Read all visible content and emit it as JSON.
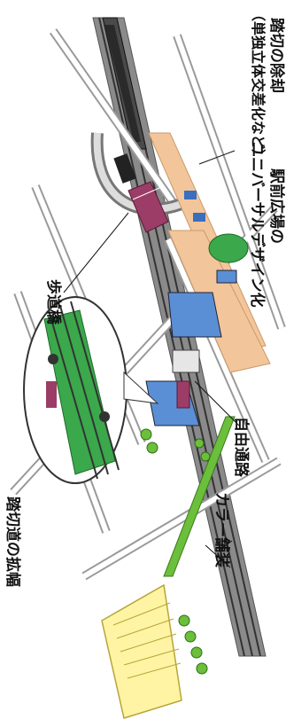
{
  "labels": {
    "crossing_removal": "踏切の除却",
    "crossing_removal_detail": "（単独立体交差化など）",
    "station_plaza_1": "駅前広場の",
    "station_plaza_2": "ユニバーサルデザイン化",
    "footbridge": "歩道橋",
    "free_passage": "自由通路",
    "color_paving": "カラー舗装",
    "crossing_widening": "踏切道の拡幅"
  },
  "colors": {
    "road_gray": "#b9b9b9",
    "road_dark": "#7d7d7d",
    "track": "#333333",
    "platform": "#f3c59a",
    "green": "#3aa84b",
    "building_yellow": "#fff4a3",
    "building_outline": "#b7a53a",
    "station_blue": "#5a8fd6",
    "tree_green": "#6bbf3a",
    "walkway_magenta": "#9b3d67"
  }
}
